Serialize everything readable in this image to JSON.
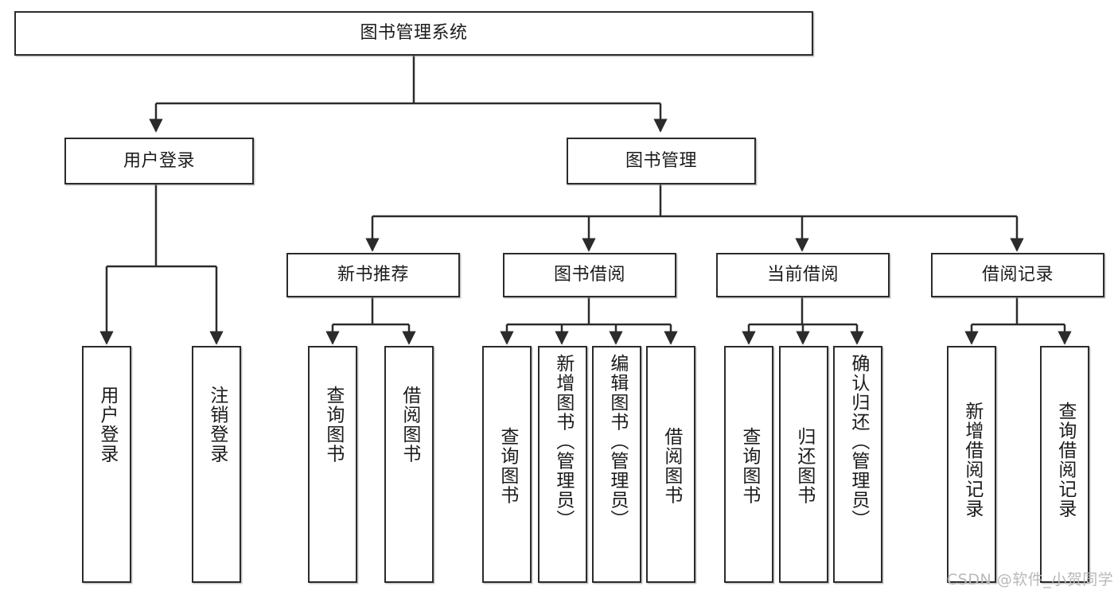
{
  "diagram": {
    "title": "图书管理系统",
    "type": "tree-hierarchy-chart",
    "stroke_color": "#2b2b2b",
    "fill_color": "#ffffff",
    "nodes": {
      "root": {
        "label": "图书管理系统"
      },
      "level1": [
        {
          "id": "user-login",
          "label": "用户登录"
        },
        {
          "id": "book-manage",
          "label": "图书管理"
        }
      ],
      "level2": [
        {
          "id": "new-book-rec",
          "label": "新书推荐"
        },
        {
          "id": "book-borrow",
          "label": "图书借阅"
        },
        {
          "id": "current-borrow",
          "label": "当前借阅"
        },
        {
          "id": "borrow-record",
          "label": "借阅记录"
        }
      ],
      "leaves": [
        {
          "id": "leaf-user-login",
          "label": "用户登录"
        },
        {
          "id": "leaf-logout-login",
          "label": "注销登录"
        },
        {
          "id": "leaf-query-book-1",
          "label": "查询图书"
        },
        {
          "id": "leaf-borrow-book-1",
          "label": "借阅图书"
        },
        {
          "id": "leaf-query-book-2",
          "label": "查询图书"
        },
        {
          "id": "leaf-add-book-admin",
          "label": "新增图书（管理员）"
        },
        {
          "id": "leaf-edit-book-admin",
          "label": "编辑图书（管理员）"
        },
        {
          "id": "leaf-borrow-book-2",
          "label": "借阅图书"
        },
        {
          "id": "leaf-query-book-3",
          "label": "查询图书"
        },
        {
          "id": "leaf-return-book",
          "label": "归还图书"
        },
        {
          "id": "leaf-confirm-return-admin",
          "label": "确认归还（管理员）"
        },
        {
          "id": "leaf-add-borrow-record",
          "label": "新增借阅记录"
        },
        {
          "id": "leaf-query-borrow-record",
          "label": "查询借阅记录"
        }
      ]
    }
  },
  "watermark": {
    "text": "CSDN @软件_小贺同学"
  }
}
